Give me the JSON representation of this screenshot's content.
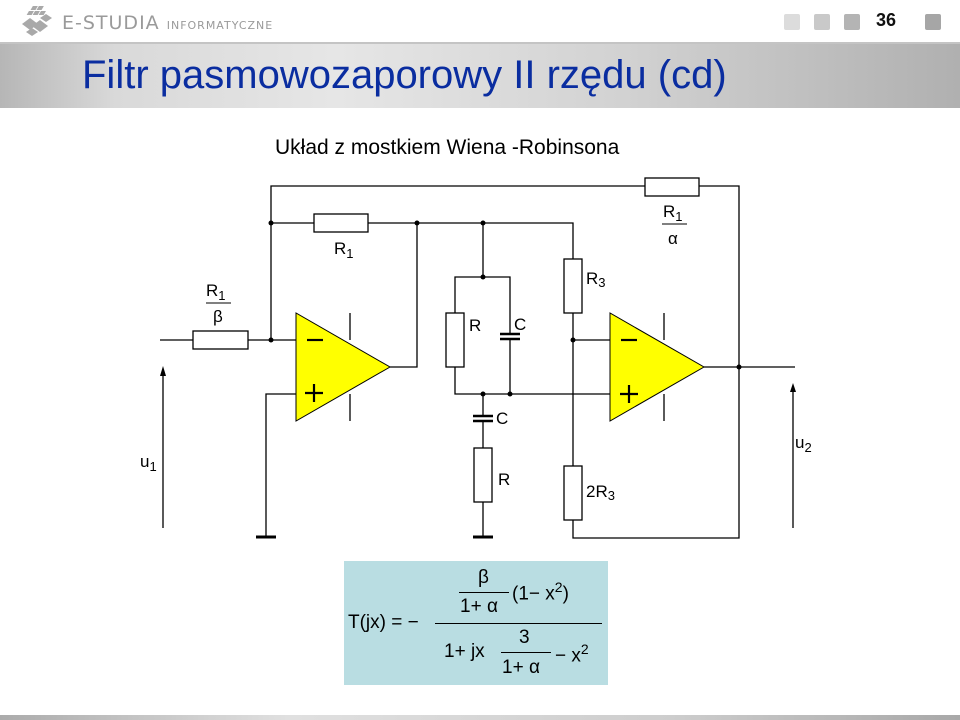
{
  "header": {
    "logo_text_main": "E-STUDIA",
    "logo_text_secondary": "INFORMATYCZNE",
    "page_number": "36",
    "nav_colors": [
      "#dcdcdc",
      "#c9c9c9",
      "#b4b4b4",
      "#a6a6a6"
    ]
  },
  "slide": {
    "title": "Filtr pasmowozaporowy II rzędu (cd)",
    "subtitle": "Układ z mostkiem Wiena -Robinsona",
    "title_color": "#0a2da0",
    "opamp_fill": "#ffff00",
    "formula_bg": "#b9dde2"
  },
  "circuit": {
    "labels": {
      "r1_feedback": "R",
      "r1_feedback_sub": "1",
      "r1_beta_num": "R",
      "r1_beta_num_sub": "1",
      "r1_beta_den": "β",
      "r1_alpha_num": "R",
      "r1_alpha_num_sub": "1",
      "r1_alpha_den": "α",
      "r3": "R",
      "r3_sub": "3",
      "r3x2": "2R",
      "r3x2_sub": "3",
      "bridge_r_upper": "R",
      "bridge_c_upper": "C",
      "bridge_c_lower": "C",
      "bridge_r_lower": "R",
      "u1": "u",
      "u1_sub": "1",
      "u2": "u",
      "u2_sub": "2",
      "minus": "−",
      "plus": "+"
    }
  },
  "formula": {
    "lhs": "T(jx) = −",
    "num_frac_num": "β",
    "num_frac_den": "1+ α",
    "num_factor": "(1− x",
    "num_factor_exp": "2",
    "num_factor_close": ")",
    "den_prefix": "1+ jx",
    "den_frac_num": "3",
    "den_frac_den": "1+ α",
    "den_suffix": "− x",
    "den_suffix_exp": "2"
  }
}
